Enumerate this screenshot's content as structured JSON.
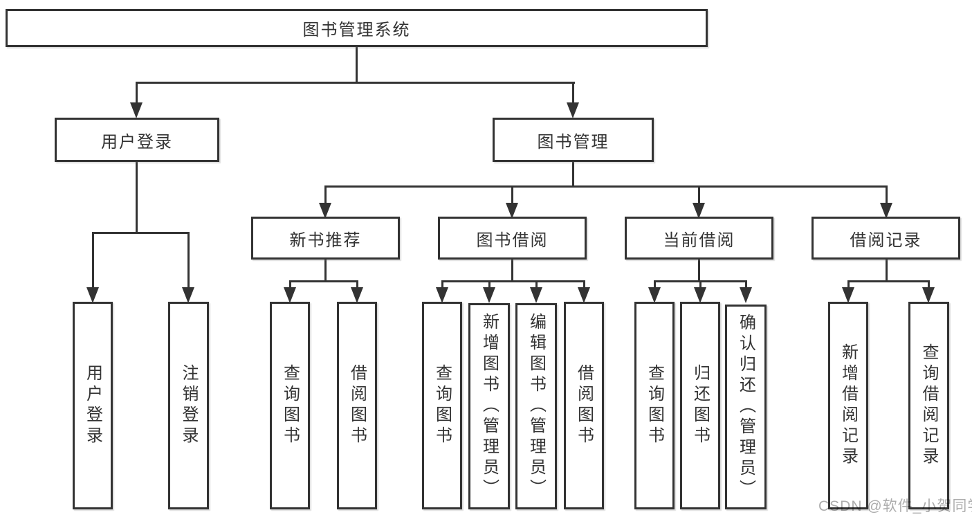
{
  "tree": {
    "label": "图书管理系统",
    "children": [
      {
        "label": "用户登录",
        "children": [
          {
            "label": "用户登录"
          },
          {
            "label": "注销登录"
          }
        ]
      },
      {
        "label": "图书管理",
        "children": [
          {
            "label": "新书推荐",
            "children": [
              {
                "label": "查询图书"
              },
              {
                "label": "借阅图书"
              }
            ]
          },
          {
            "label": "图书借阅",
            "children": [
              {
                "label": "查询图书"
              },
              {
                "label": "新增图书（管理员）"
              },
              {
                "label": "编辑图书（管理员）"
              },
              {
                "label": "借阅图书"
              }
            ]
          },
          {
            "label": "当前借阅",
            "children": [
              {
                "label": "查询图书"
              },
              {
                "label": "归还图书"
              },
              {
                "label": "确认归还（管理员）"
              }
            ]
          },
          {
            "label": "借阅记录",
            "children": [
              {
                "label": "新增借阅记录"
              },
              {
                "label": "查询借阅记录"
              }
            ]
          }
        ]
      }
    ]
  },
  "watermark": {
    "text": "CSDN @软件_小贺同学"
  },
  "colors": {
    "line": "#333333",
    "node_border": "#333333",
    "node_fill": "#ffffff",
    "background": "#ffffff",
    "watermark": "#adadad"
  }
}
